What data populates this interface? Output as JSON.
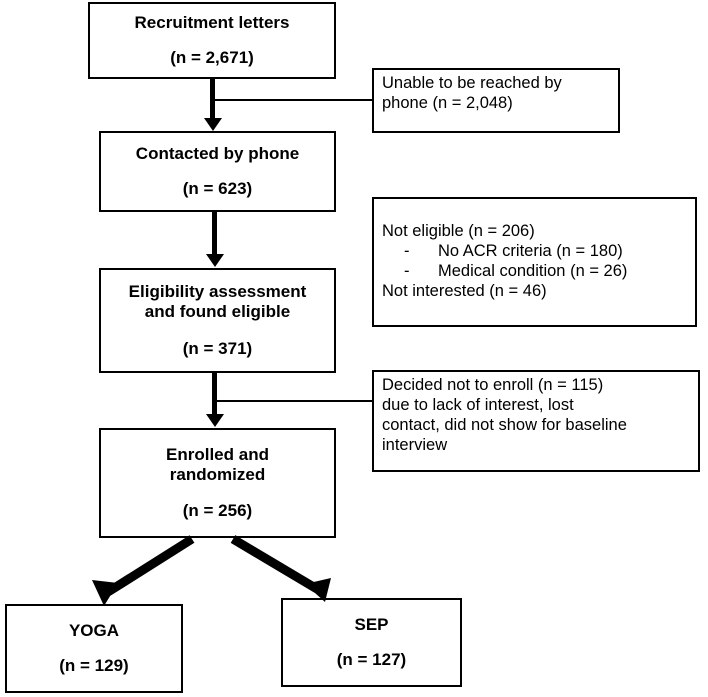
{
  "diagram": {
    "type": "participant-flow-chart",
    "title": "Study participant flow (CONSORT-style diagram)",
    "stroke_color": "#000000",
    "background_color": "#ffffff"
  },
  "main_nodes": [
    {
      "id": "recruitment-letters",
      "title": "Recruitment letters",
      "count": "(n = 2,671)"
    },
    {
      "id": "contacted-by-phone",
      "title": "Contacted by phone",
      "count": "(n = 623)"
    },
    {
      "id": "eligibility-assessment",
      "title_line1": "Eligibility assessment",
      "title_line2": "and found eligible",
      "count": "(n = 371)"
    },
    {
      "id": "enrolled-randomized",
      "title_line1": "Enrolled and",
      "title_line2": "randomized",
      "count": "(n = 256)"
    }
  ],
  "arm_nodes": [
    {
      "id": "yoga-arm",
      "title": "YOGA",
      "count": "(n = 129)"
    },
    {
      "id": "sep-arm",
      "title": "SEP",
      "count": "(n = 127)"
    }
  ],
  "exclusion_nodes": [
    {
      "id": "unable-to-reach",
      "lines": [
        "Unable to be reached by",
        "phone (n = 2,048)"
      ]
    },
    {
      "id": "not-eligible",
      "lines": [
        "Not eligible (n = 206)",
        "No ACR criteria (n = 180)",
        "Medical condition (n = 26)",
        "Not interested (n = 46)"
      ],
      "dash": "-"
    },
    {
      "id": "decided-not-to-enroll",
      "lines": [
        "Decided not to enroll (n = 115)",
        "due to lack of interest, lost",
        "contact, did not show for baseline",
        "interview"
      ]
    }
  ]
}
